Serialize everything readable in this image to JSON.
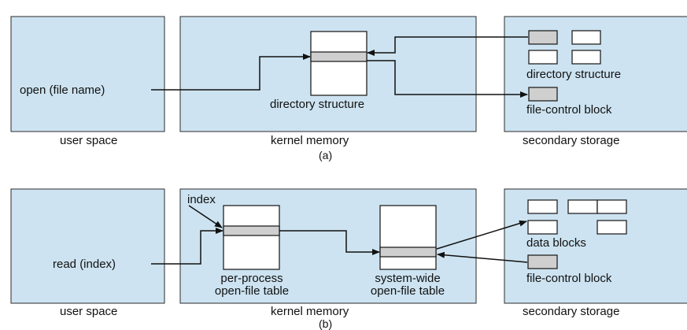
{
  "panel_a": {
    "user_label": "open (file name)",
    "kernel_box_label": "directory structure",
    "storage_box_label": "directory structure",
    "storage_fcb_label": "file-control block",
    "region_user": "user space",
    "region_kernel": "kernel memory",
    "region_storage": "secondary storage",
    "caption": "(a)"
  },
  "panel_b": {
    "index_label": "index",
    "user_label": "read (index)",
    "perprocess_line1": "per-process",
    "perprocess_line2": "open-file table",
    "systemwide_line1": "system-wide",
    "systemwide_line2": "open-file table",
    "storage_data_label": "data blocks",
    "storage_fcb_label": "file-control block",
    "region_user": "user space",
    "region_kernel": "kernel memory",
    "region_storage": "secondary storage",
    "caption": "(b)"
  },
  "colors": {
    "region_fill": "#cde3f1",
    "slot_fill": "#cfcfcf",
    "line": "#111111"
  }
}
